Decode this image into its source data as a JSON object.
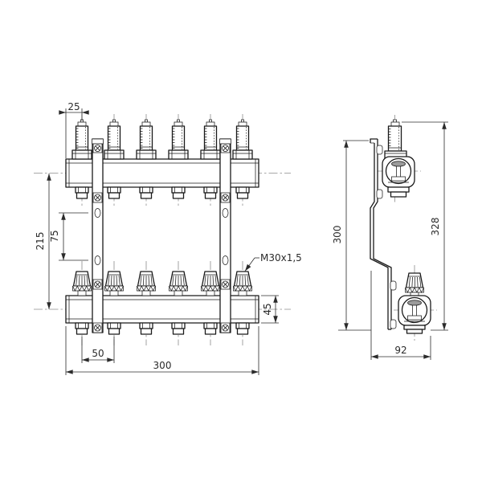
{
  "labels": {
    "front": {
      "port_offset": "25",
      "bracket_hole_spacing": "75",
      "axis_distance": "215",
      "port_spacing": "50",
      "manifold_length": "300",
      "bar_height": "45",
      "valve_thread": "M30x1,5"
    },
    "side": {
      "bracket_height": "300",
      "overall_height": "328",
      "depth": "92"
    }
  },
  "colors": {
    "object_line": "#1a1a1a",
    "dim_line": "#2b2b2b",
    "centerline": "#8c8c8c",
    "background": "#ffffff",
    "fill_gray": "#9b9b9b"
  }
}
